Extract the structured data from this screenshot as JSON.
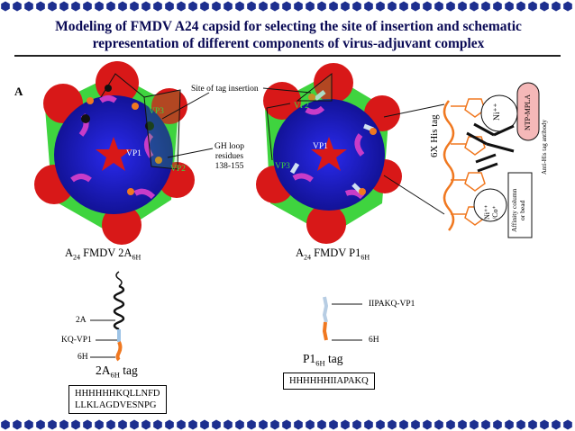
{
  "title_line1": "Modeling of FMDV A24 capsid for selecting the site of insertion and schematic",
  "title_line2": "representation of different components of virus-adjuvant complex",
  "panel_label": "A",
  "left_capsid": {
    "vp3": "VP3",
    "vp1": "VP1",
    "vp2": "VP2",
    "name_prefix": "A",
    "name_sub": "24",
    "name_mid": " FMDV 2A",
    "name_sub2": "6H"
  },
  "right_capsid": {
    "vp2": "VP2",
    "vp1": "VP1",
    "vp3": "VP3",
    "name_prefix": "A",
    "name_sub": "24",
    "name_mid": " FMDV P1",
    "name_sub2": "6H"
  },
  "callouts": {
    "site_of_tag": "Site of  tag  insertion",
    "gh_loop_1": "GH loop",
    "gh_loop_2": "residues",
    "gh_loop_3": "138-155"
  },
  "complex": {
    "his_tag": "6X His tag",
    "ni_top": "Ni⁺⁺",
    "ntp": "NTP-MPLA",
    "antibody": "Anti-His tag antibody",
    "ni_bottom_1": "Ni⁺⁺",
    "ni_bottom_2": "/Co⁺",
    "affinity_1": "Affinity column",
    "affinity_2": "or bead"
  },
  "tag_2a": {
    "label_2a": "2A",
    "label_kq": "KQ-VP1",
    "label_6h": "6H",
    "caption_a": "2A",
    "caption_sub": "6H",
    "caption_b": " tag",
    "seq_line1": "HHHHHHKQLLNFD",
    "seq_line2": "LLKLAGDVESNPG"
  },
  "tag_p1": {
    "label_iipakq": "IIPAKQ-VP1",
    "label_6h": "6H",
    "caption_a": "P1",
    "caption_sub": "6H",
    "caption_b": " tag",
    "seq": "HHHHHHIIAPAKQ"
  },
  "colors": {
    "title": "#0a0a55",
    "capsid_blue": "#1a1acc",
    "capsid_red": "#d81818",
    "capsid_green": "#3fd43f",
    "capsid_magenta": "#c83cc8",
    "his_tag_orange": "#f07820",
    "ntp_pink": "#f5b8b8",
    "deco_blue": "#1d2f8f"
  }
}
